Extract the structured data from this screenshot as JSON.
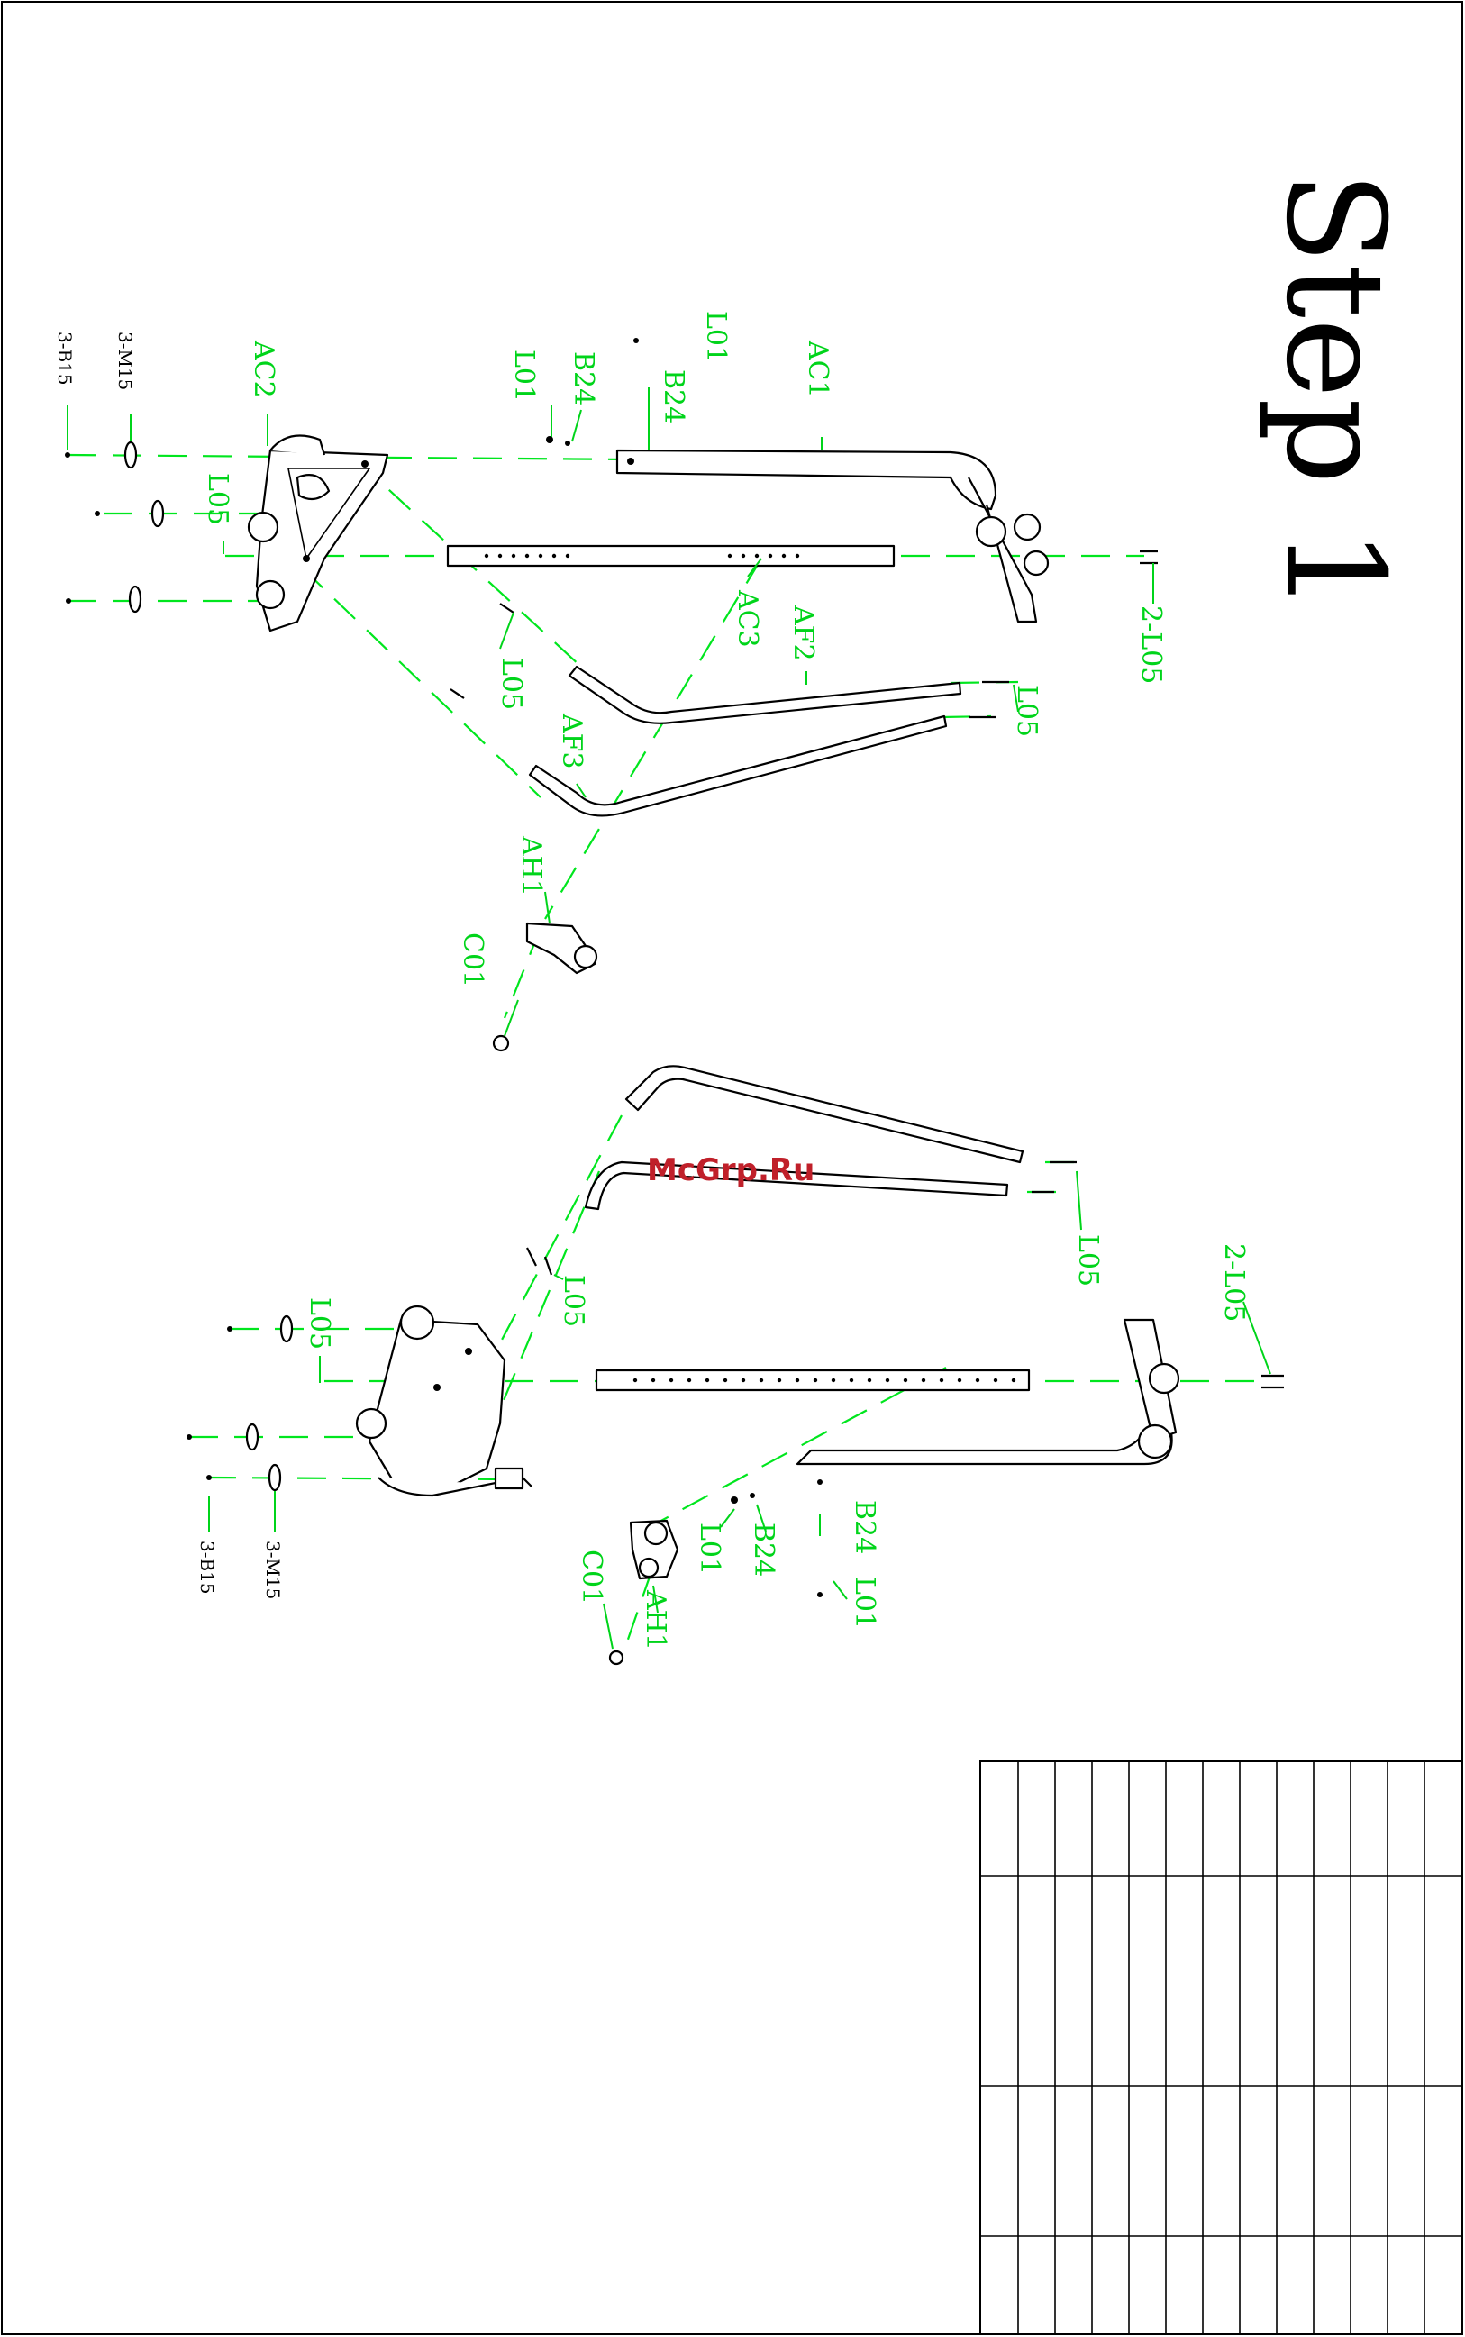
{
  "title": "Step 1",
  "watermark": "McGrp.Ru",
  "colors": {
    "guide": "#00e61e",
    "label": "#00d41a",
    "line": "#000000",
    "watermark": "#c0202a"
  },
  "labels_top": {
    "AC2": "AC2",
    "AC1": "AC1",
    "L01a": "L01",
    "L01b": "L01",
    "B24a": "B24",
    "B24b": "B24",
    "L05": "L05",
    "L05b": "L05",
    "L05c": "L05",
    "AC3": "AC3",
    "AF2": "AF2",
    "AF3": "AF3",
    "AH1": "AH1",
    "C01": "C01",
    "twoL05": "2-L05",
    "threeM15": "3-M15",
    "threeB15": "3-B15"
  },
  "labels_bottom": {
    "L05a": "L05",
    "L05b": "L05",
    "L05c": "L05",
    "twoL05": "2-L05",
    "B24": "B24",
    "L01a": "L01",
    "L01b": "L01",
    "B24b": "B24",
    "C01": "C01",
    "AH1": "AH1",
    "threeM15": "3-M15",
    "threeB15": "3-B15"
  }
}
